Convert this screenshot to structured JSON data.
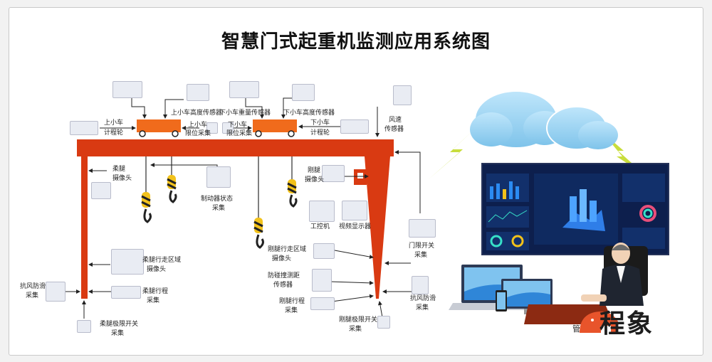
{
  "title": "智慧门式起重机监测应用系统图",
  "labels": {
    "upper_trolley": "上小车",
    "meter_wheel": "计程轮",
    "upper_height_sensor": "上小车高度传感器",
    "upper_limit_1": "上小车",
    "upper_limit_2": "限位采集",
    "lower_weight_sensor": "下小车重量传感器",
    "lower_height_sensor": "下小车高度传感器",
    "lower_limit_1": "下小车",
    "lower_limit_2": "限位采集",
    "lower_trolley": "下小车",
    "lower_meter_wheel": "计程轮",
    "wind_1": "风速",
    "wind_2": "传感器",
    "flex_cam_1": "柔腿",
    "flex_cam_2": "摄像头",
    "rigid_cam_1": "刚腿",
    "rigid_cam_2": "摄像头",
    "brake_1": "制动器状态",
    "brake_2": "采集",
    "ipc": "工控机",
    "video_display": "视频显示器",
    "gate_limit_1": "门限开关",
    "gate_limit_2": "采集",
    "flex_area_cam_1": "柔腿行走区域",
    "flex_area_cam_2": "摄像头",
    "rigid_area_cam_1": "刚腿行走区域",
    "rigid_area_cam_2": "摄像头",
    "anti_wind_left_1": "抗风防滑",
    "anti_wind_left_2": "采集",
    "flex_travel_1": "柔腿行程",
    "flex_travel_2": "采集",
    "anticollision_1": "防碰撞测距",
    "anticollision_2": "传感器",
    "rigid_travel_1": "刚腿行程",
    "rigid_travel_2": "采集",
    "anti_wind_right_1": "抗风防滑",
    "anti_wind_right_2": "采集",
    "flex_limit_1": "柔腿极限开关",
    "flex_limit_2": "采集",
    "rigid_limit_1": "刚腿极限开关",
    "rigid_limit_2": "采集",
    "manager": "管"
  },
  "brand": "程象",
  "colors": {
    "crane": "#d93a12",
    "trolley": "#f06b1c",
    "arrow": "#222222",
    "cloud": "#9ed4f2",
    "lightning": "#c8dd3c",
    "screen_bg": "#0d1f4d",
    "brand_icon": "#e8542b"
  }
}
